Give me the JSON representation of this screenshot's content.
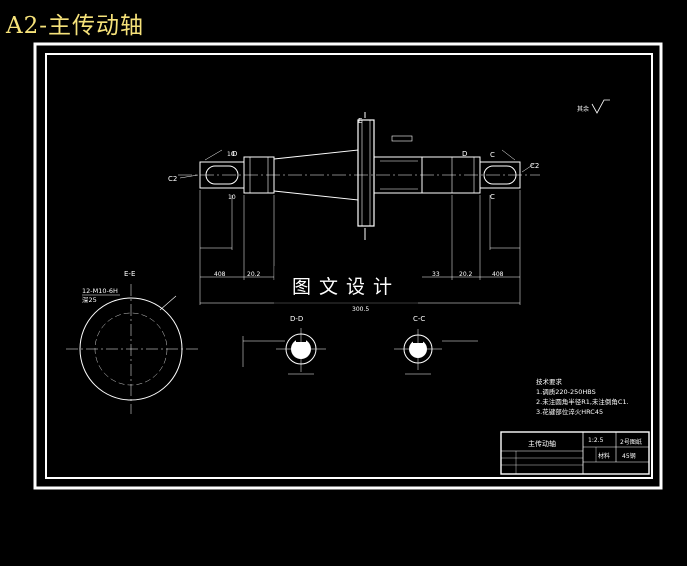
{
  "header": {
    "title": "A2-主传动轴"
  },
  "watermark": {
    "text": "图文设计"
  },
  "views": {
    "section_ee": "E-E",
    "section_dd": "D-D",
    "section_cc": "C-C",
    "hole_spec": "12-M10-6H",
    "hole_depth": "深25"
  },
  "labels": {
    "e_top": "E",
    "d_left": "D",
    "d_right": "D",
    "c_left": "C",
    "c_right": "C",
    "c2_left": "C2",
    "c2_right": "C2",
    "roughness_note": "其余"
  },
  "dimensions": {
    "d1": "10",
    "d2": "10",
    "d3": "408",
    "d4": "20.2",
    "d5": "33",
    "d6": "20.2",
    "d7": "408",
    "d8": "300.5"
  },
  "tech_notes": {
    "heading": "技术要求",
    "line1": "1.调质220-250HBS",
    "line2": "2.未注圆角半径R1,未注倒角C1.",
    "line3": "3.花键部位淬火HRC45"
  },
  "title_block": {
    "part_name": "主传动轴",
    "scale": "1:2.5",
    "drawing_no": "2号图纸",
    "material_label": "材料",
    "material": "45钢"
  }
}
